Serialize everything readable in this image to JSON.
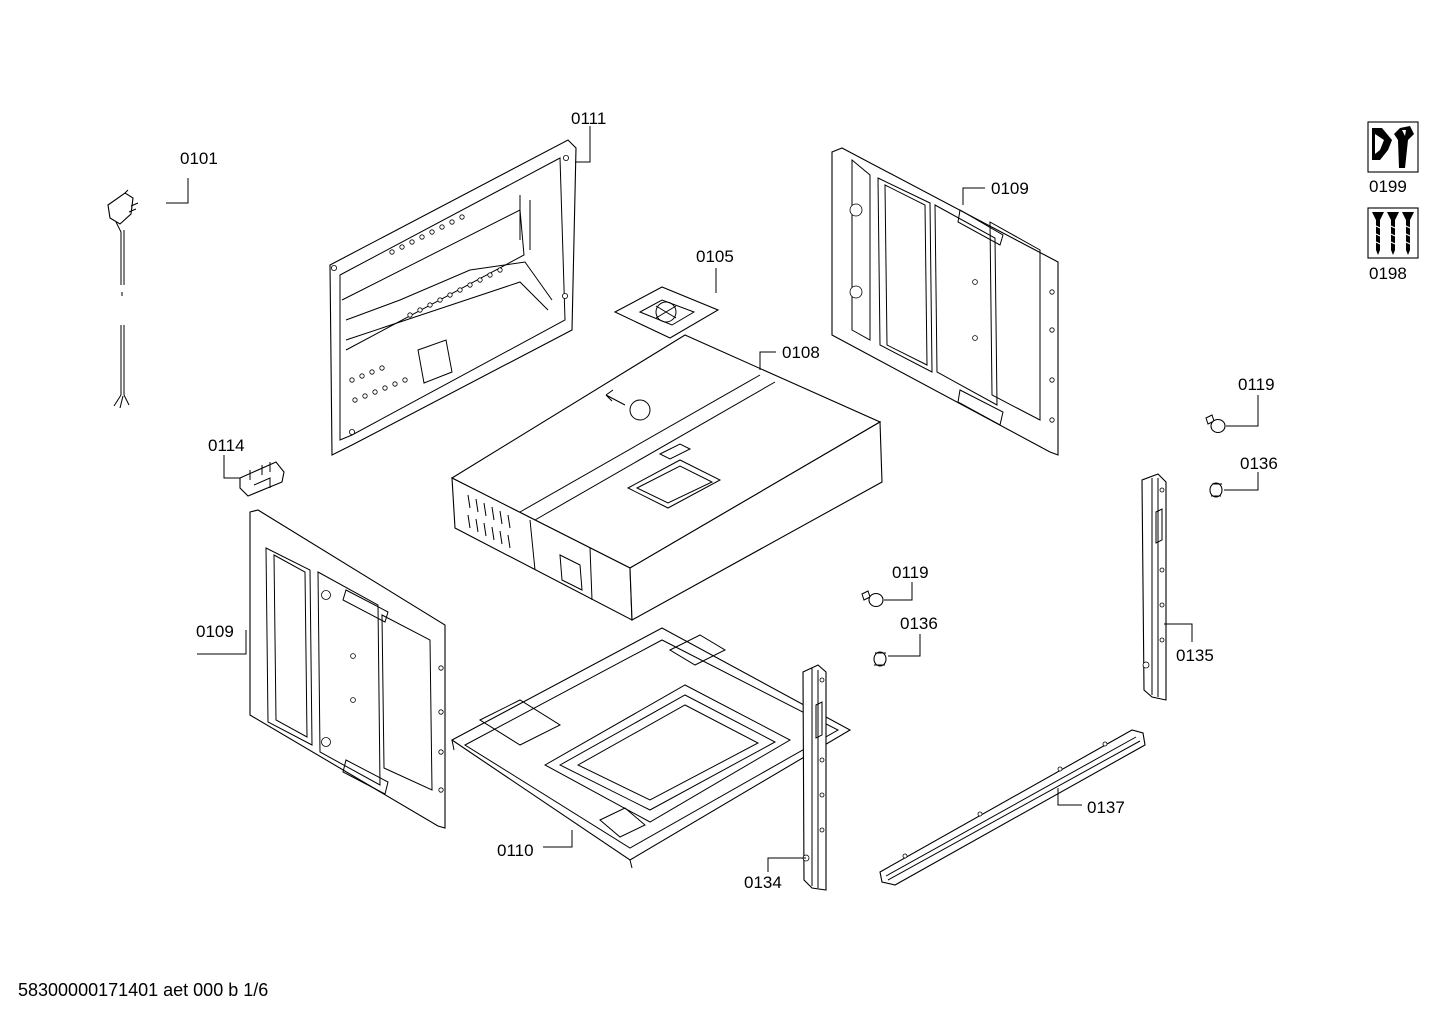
{
  "callouts": {
    "c0101": "0101",
    "c0111": "0111",
    "c0109a": "0109",
    "c0105": "0105",
    "c0108": "0108",
    "c0114": "0114",
    "c0109b": "0109",
    "c0119a": "0119",
    "c0136a": "0136",
    "c0119b": "0119",
    "c0136b": "0136",
    "c0135": "0135",
    "c0137": "0137",
    "c0110": "0110",
    "c0134": "0134",
    "c0199": "0199",
    "c0198": "0198"
  },
  "footer": "58300000171401 aet 000 b 1/6"
}
